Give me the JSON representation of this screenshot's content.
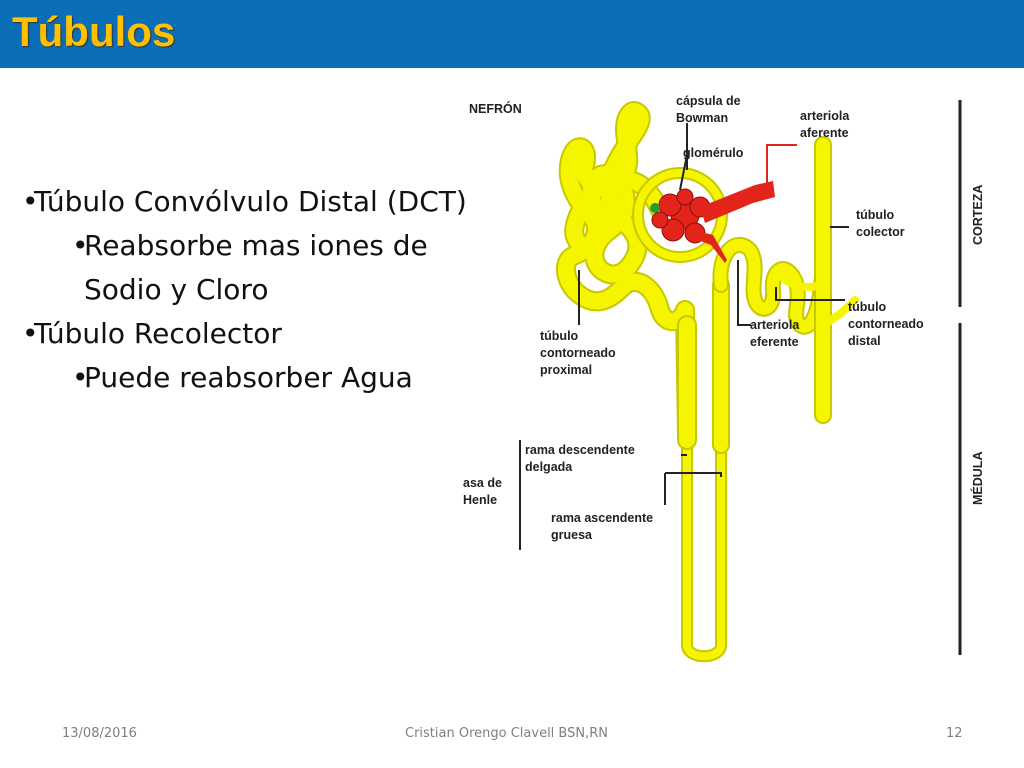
{
  "slide": {
    "title": "Túbulos"
  },
  "bullets": [
    {
      "level": 1,
      "text": "Túbulo  Convólvulo Distal (DCT)"
    },
    {
      "level": 2,
      "text": "Reabsorbe mas iones de Sodio y Cloro"
    },
    {
      "level": 1,
      "text": "Túbulo Recolector"
    },
    {
      "level": 2,
      "text": "Puede reabsorber Agua"
    }
  ],
  "bullet_symbol": "•",
  "diagram": {
    "heading": "NEFRÓN",
    "labels": {
      "capsula_1": "cápsula de",
      "capsula_2": "Bowman",
      "glomerulo": "glomérulo",
      "arteriola_aferente_1": "arteriola",
      "arteriola_aferente_2": "aferente",
      "tubulo_colector_1": "túbulo",
      "tubulo_colector_2": "colector",
      "tubulo_distal_1": "túbulo",
      "tubulo_distal_2": "contorneado",
      "tubulo_distal_3": "distal",
      "arteriola_eferente_1": "arteriola",
      "arteriola_eferente_2": "eferente",
      "tubulo_proximal_1": "túbulo",
      "tubulo_proximal_2": "contorneado",
      "tubulo_proximal_3": "proximal",
      "rama_desc_1": "rama descendente",
      "rama_desc_2": "delgada",
      "asa_1": "asa de",
      "asa_2": "Henle",
      "rama_asc_1": "rama ascendente",
      "rama_asc_2": "gruesa",
      "corteza": "CORTEZA",
      "medula": "MÉDULA"
    },
    "colors": {
      "tubule": "#f5f500",
      "tubule_edge": "#c8c800",
      "blood": "#e3241b",
      "node": "#2e9a2e"
    }
  },
  "footer": {
    "date": "13/08/2016",
    "author": "Cristian Orengo Clavell BSN,RN",
    "page": "12"
  }
}
